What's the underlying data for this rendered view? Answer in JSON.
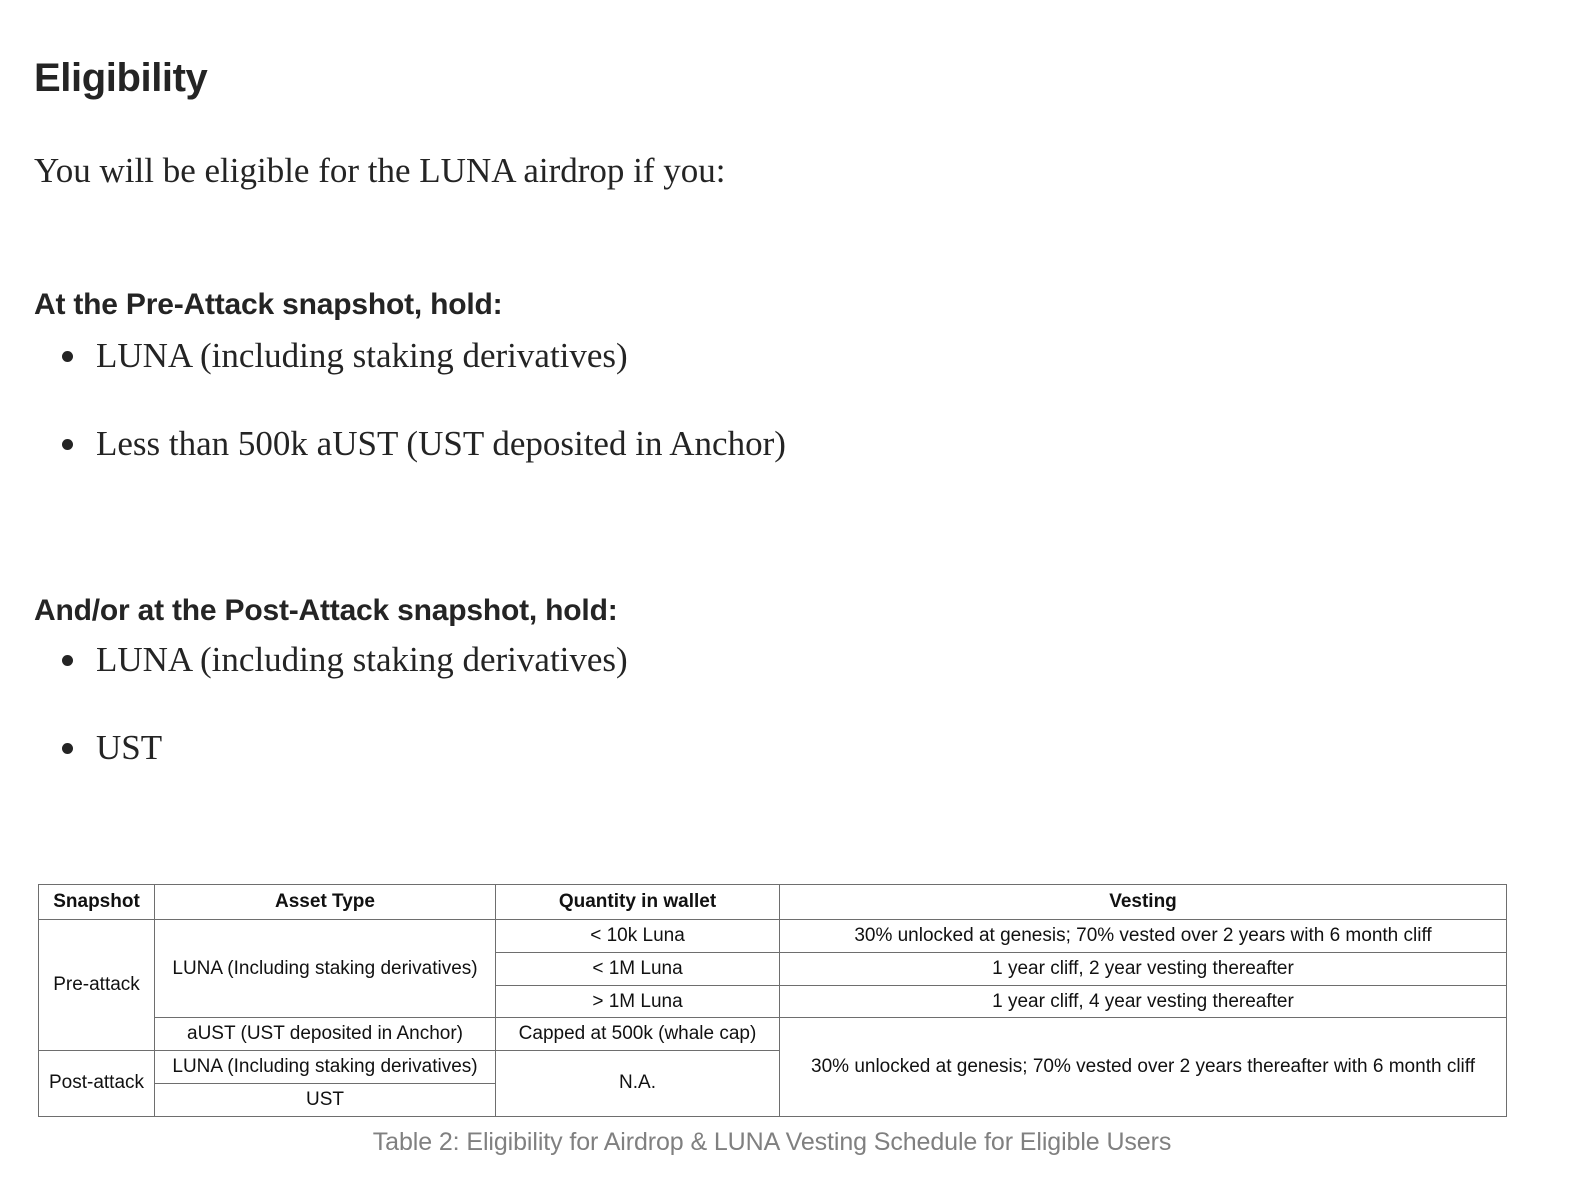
{
  "document": {
    "heading": "Eligibility",
    "lead_paragraph": "You will be eligible for the LUNA airdrop if you:",
    "sections": [
      {
        "heading": "At the Pre-Attack snapshot, hold:",
        "bullets": [
          "LUNA (including staking derivatives)",
          "Less than 500k aUST (UST deposited in Anchor)"
        ]
      },
      {
        "heading": "And/or at the Post-Attack snapshot, hold:",
        "bullets": [
          "LUNA (including staking derivatives)",
          "UST"
        ]
      }
    ]
  },
  "table": {
    "caption": "Table 2: Eligibility for Airdrop & LUNA Vesting Schedule for Eligible Users",
    "headers": {
      "snapshot": "Snapshot",
      "asset_type": "Asset Type",
      "quantity": "Quantity in wallet",
      "vesting": "Vesting"
    },
    "cells": {
      "pre_attack": "Pre-attack",
      "post_attack": "Post-attack",
      "luna_pre": "LUNA (Including staking derivatives)",
      "luna_post": "LUNA (Including staking derivatives)",
      "aust": "aUST (UST deposited in Anchor)",
      "ust": "UST",
      "qty_1": "< 10k Luna",
      "qty_2": "< 1M Luna",
      "qty_3": "> 1M Luna",
      "qty_4": "Capped at 500k (whale cap)",
      "qty_5": "N.A.",
      "vest_1": "30% unlocked at genesis; 70% vested over 2 years with 6 month cliff",
      "vest_2": "1 year cliff, 2 year vesting thereafter",
      "vest_3": "1 year cliff, 4 year vesting thereafter",
      "vest_4": "30% unlocked at genesis; 70% vested over 2 years thereafter with 6 month cliff"
    }
  },
  "colors": {
    "text": "#242424",
    "table_text": "#111111",
    "table_border": "#6e6e6e",
    "caption": "#808080",
    "background": "#ffffff"
  }
}
